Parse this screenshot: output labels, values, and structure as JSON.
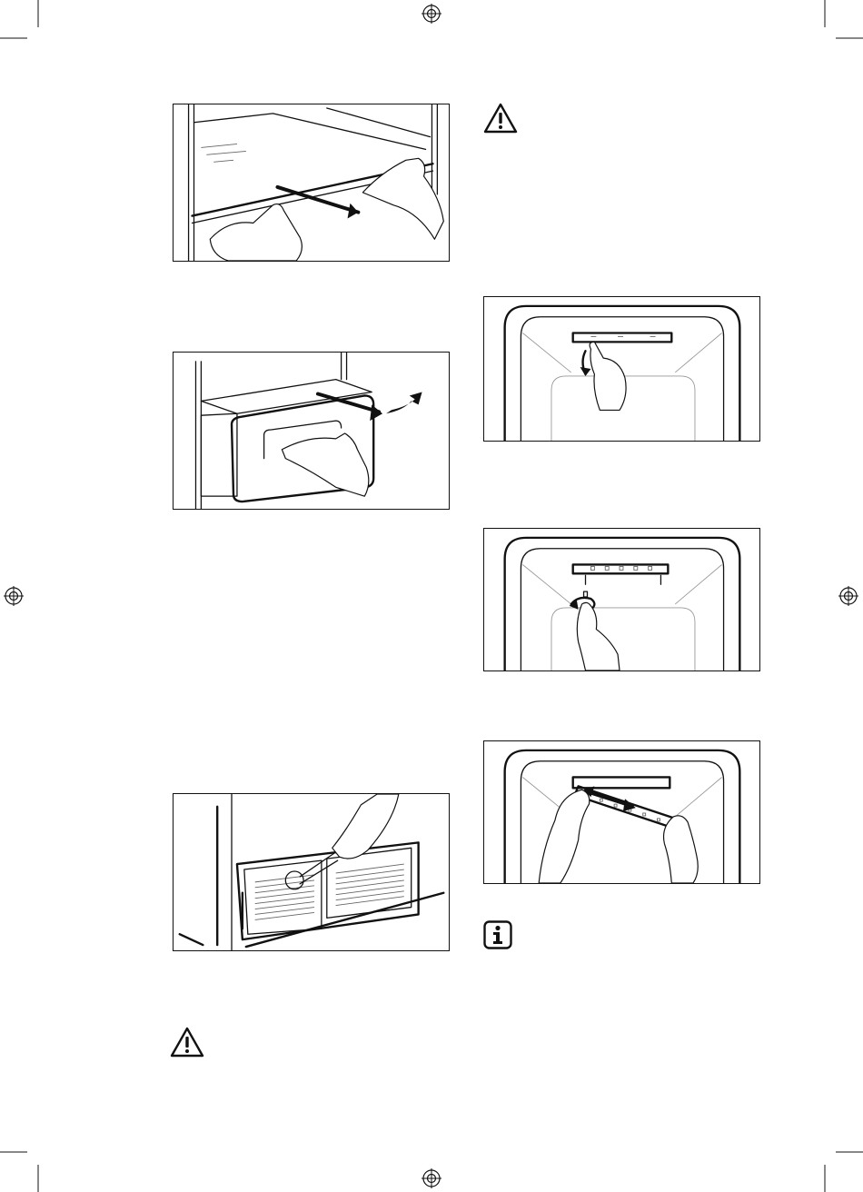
{
  "page": {
    "figures": [
      {
        "id": "remove-shelf",
        "label": ""
      },
      {
        "id": "remove-drawer",
        "label": ""
      },
      {
        "id": "clean-filter",
        "label": ""
      },
      {
        "id": "lamp-cover-release",
        "label": ""
      },
      {
        "id": "lamp-cover-unscrew",
        "label": ""
      },
      {
        "id": "lamp-strip-remove",
        "label": ""
      }
    ],
    "icons": [
      "warning-icon",
      "warning-icon",
      "info-icon"
    ]
  }
}
